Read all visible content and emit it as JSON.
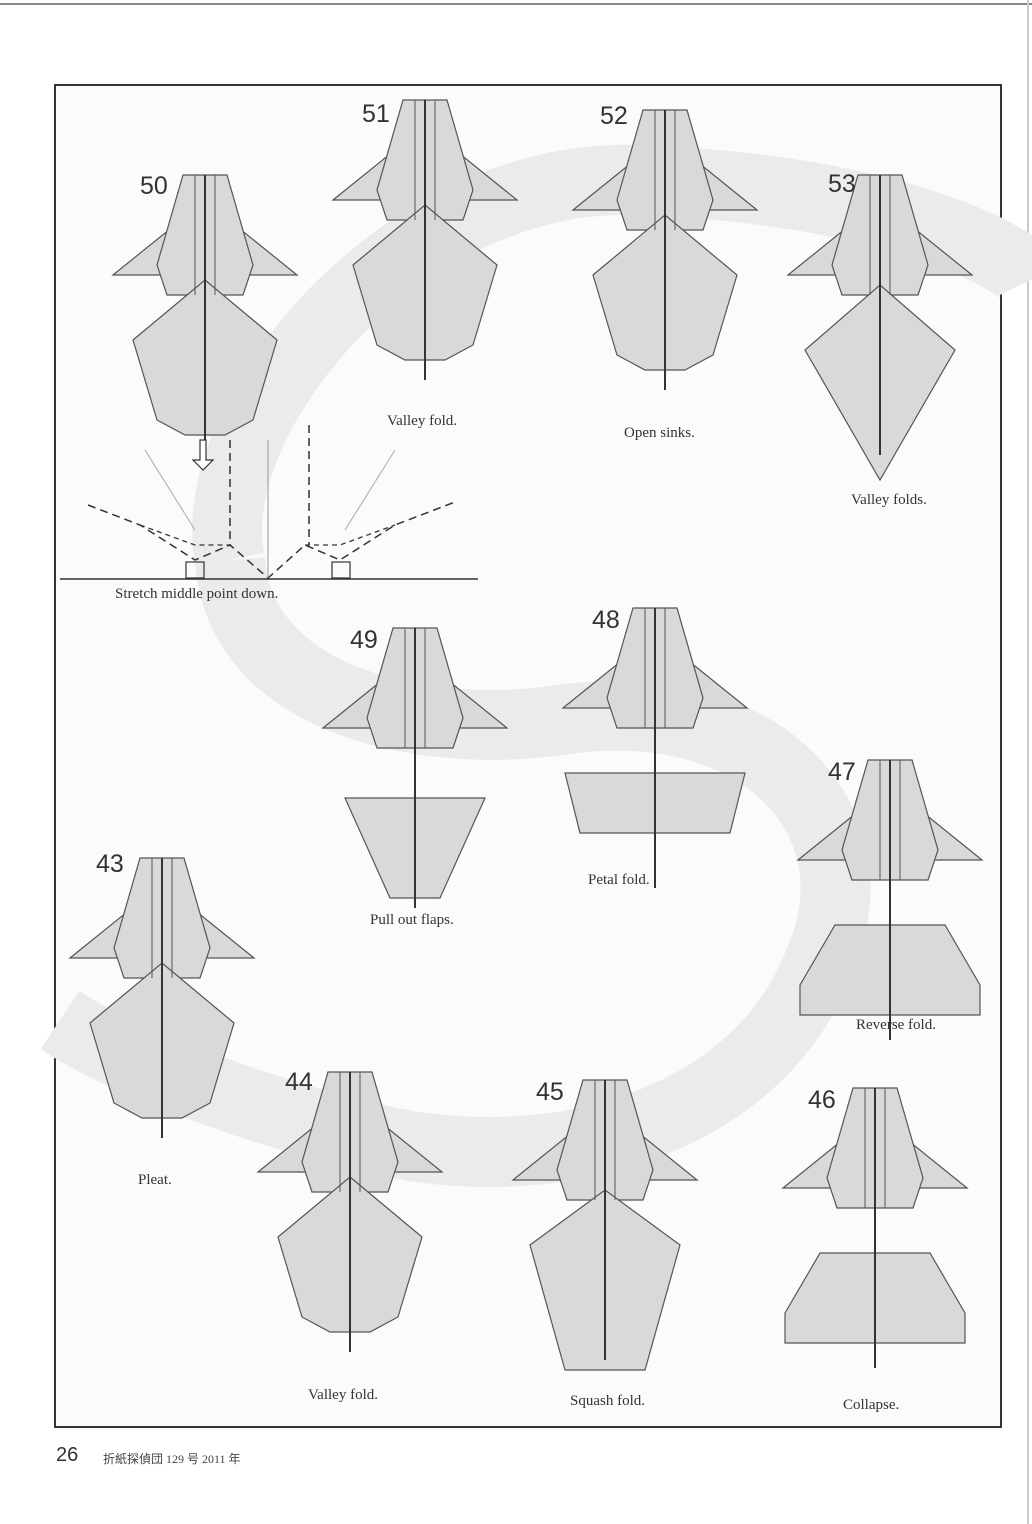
{
  "steps": [
    {
      "num": "50",
      "caption": "Stretch middle point down."
    },
    {
      "num": "51",
      "caption": "Valley fold."
    },
    {
      "num": "52",
      "caption": "Open sinks."
    },
    {
      "num": "53",
      "caption": "Valley folds."
    },
    {
      "num": "49",
      "caption": "Pull out flaps."
    },
    {
      "num": "48",
      "caption": "Petal fold."
    },
    {
      "num": "47",
      "caption": "Reverse fold."
    },
    {
      "num": "43",
      "caption": "Pleat."
    },
    {
      "num": "44",
      "caption": "Valley fold."
    },
    {
      "num": "45",
      "caption": "Squash fold."
    },
    {
      "num": "46",
      "caption": "Collapse."
    }
  ],
  "footer": {
    "page_number": "26",
    "publication": "折紙探偵団 129 号 2011 年"
  },
  "colors": {
    "paper": "#d9d9d9",
    "line": "#555555",
    "band": "#ebebeb"
  }
}
